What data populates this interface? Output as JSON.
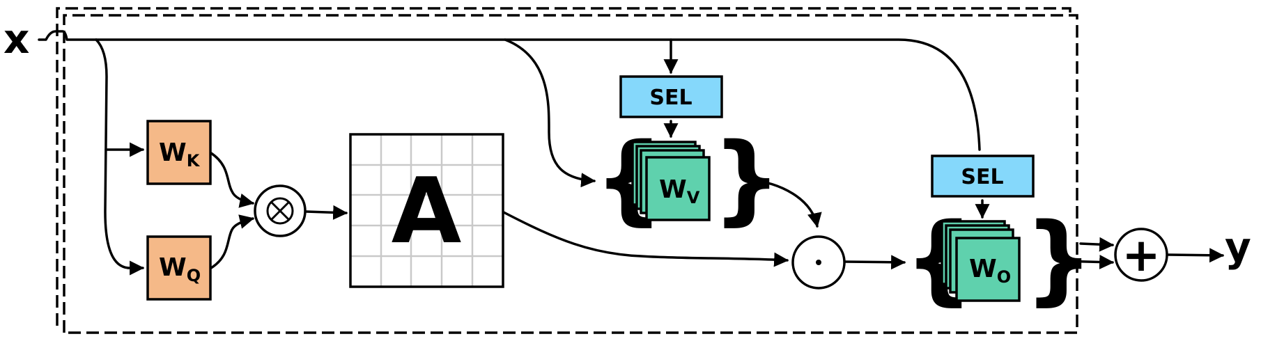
{
  "input_label": "x",
  "output_label": "y",
  "weights": {
    "wk": {
      "main": "W",
      "sub": "K",
      "color": "#f5b988"
    },
    "wq": {
      "main": "W",
      "sub": "Q",
      "color": "#f5b988"
    },
    "wv": {
      "main": "W",
      "sub": "V",
      "color": "#5fd1ad"
    },
    "wo": {
      "main": "W",
      "sub": "O",
      "color": "#5fd1ad"
    }
  },
  "attention": {
    "label": "A"
  },
  "selectors": {
    "sel_v": "SEL",
    "sel_o": "SEL",
    "color": "#85d8fb"
  },
  "operators": {
    "matmul": "⊗",
    "dot": "⊙",
    "add": "+"
  }
}
